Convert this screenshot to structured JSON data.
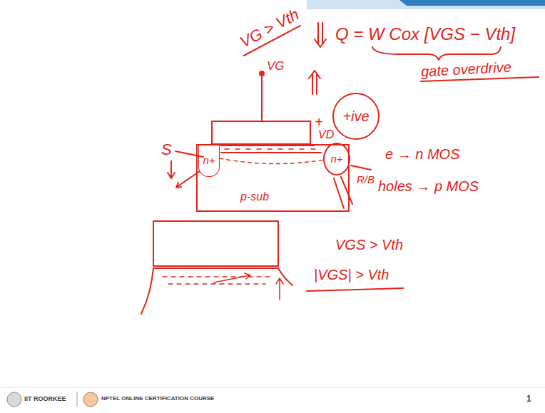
{
  "diagram": {
    "nodes": [
      {
        "text": [
          "p-sub"
        ]
      },
      {
        "text": [
          "n+"
        ],
        "in": 0
      },
      {
        "text": [
          "n+"
        ],
        "in": 0
      },
      {
        "text": [
          "+ive"
        ]
      }
    ],
    "labels": [
      "VG > Vth",
      "VG",
      "Q = W Cox [VGS − Vth]",
      "gate overdrive",
      "+",
      "VD",
      "S",
      "R/B",
      "e → n MOS",
      "holes → p MOS",
      "VGS > Vth",
      "|VGS| > Vth",
      "IIT ROORKEE",
      "NPTEL ONLINE CERTIFICATION COURSE",
      "1"
    ]
  }
}
